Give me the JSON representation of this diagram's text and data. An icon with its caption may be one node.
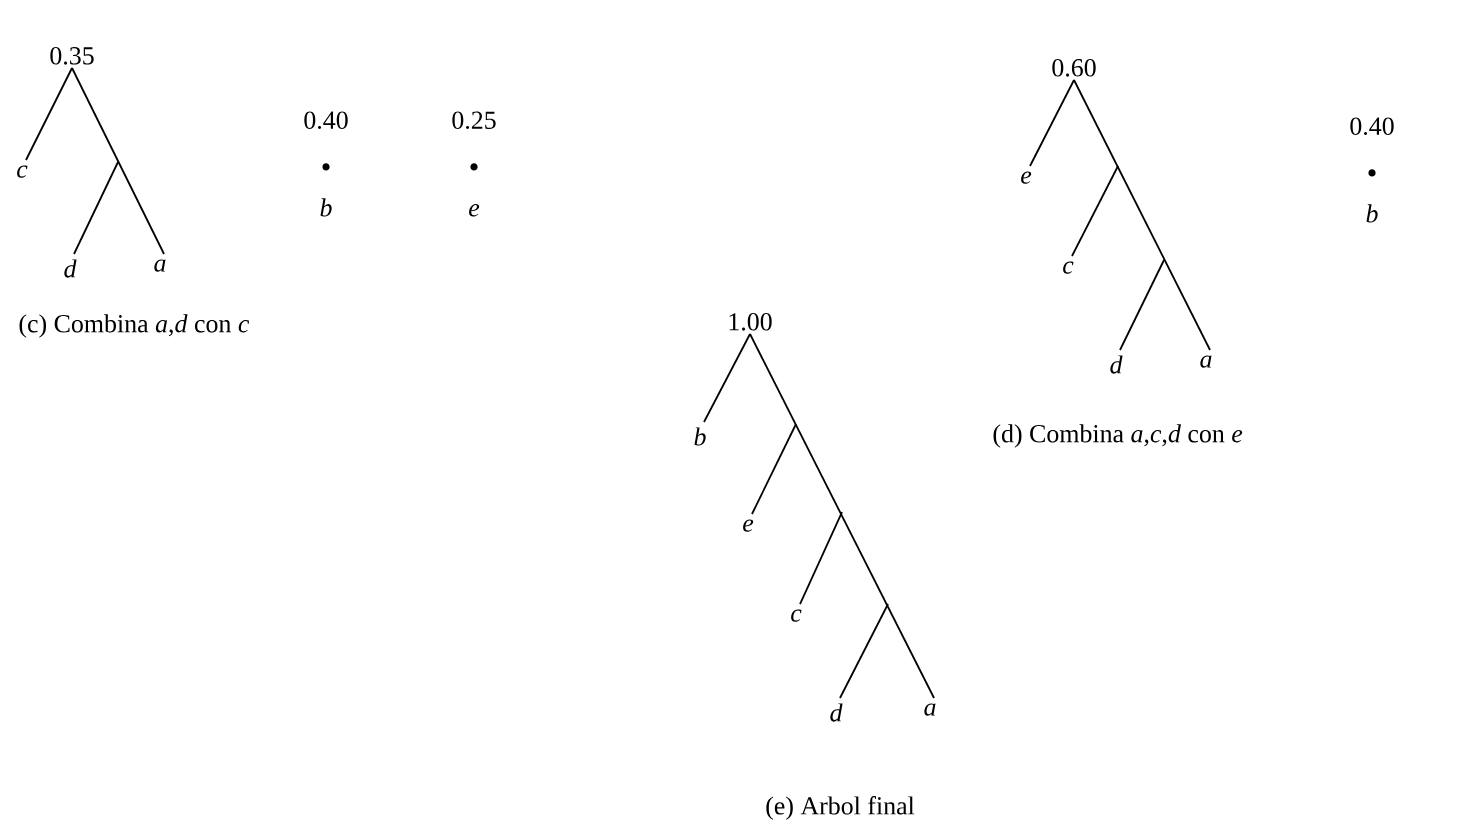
{
  "diagram": {
    "nodes": [
      {
        "text": [
          "0.35"
        ]
      },
      {
        "text": [
          "c"
        ]
      },
      {
        "text": [
          "d"
        ]
      },
      {
        "text": [
          "a"
        ]
      },
      {
        "text": [
          "0.40",
          "b"
        ]
      },
      {
        "text": [
          "0.25",
          "e"
        ]
      },
      {
        "text": [
          "0.60"
        ]
      },
      {
        "text": [
          "e"
        ]
      },
      {
        "text": [
          "c"
        ]
      },
      {
        "text": [
          "d"
        ]
      },
      {
        "text": [
          "a"
        ]
      },
      {
        "text": [
          "0.40",
          "b"
        ]
      },
      {
        "text": [
          "1.00"
        ]
      },
      {
        "text": [
          "b"
        ]
      },
      {
        "text": [
          "e"
        ]
      },
      {
        "text": [
          "c"
        ]
      },
      {
        "text": [
          "d"
        ]
      },
      {
        "text": [
          "a"
        ]
      }
    ],
    "edges": [
      {
        "from": 0,
        "to": 1,
        "arrow": "none"
      },
      {
        "from": 0,
        "to": 3,
        "arrow": "none"
      },
      {
        "from": null,
        "to": 2,
        "arrow": "none"
      },
      {
        "from": 6,
        "to": 7,
        "arrow": "none"
      },
      {
        "from": 6,
        "to": 10,
        "arrow": "none"
      },
      {
        "from": null,
        "to": 8,
        "arrow": "none"
      },
      {
        "from": null,
        "to": 9,
        "arrow": "none"
      },
      {
        "from": 12,
        "to": 13,
        "arrow": "none"
      },
      {
        "from": 12,
        "to": 17,
        "arrow": "none"
      },
      {
        "from": null,
        "to": 14,
        "arrow": "none"
      },
      {
        "from": null,
        "to": 15,
        "arrow": "none"
      },
      {
        "from": null,
        "to": 16,
        "arrow": "none"
      }
    ],
    "labels": [
      "(c) Combina *a*,*d* con *c*",
      "(d) Combina *a*,*c*,*d* con *e*",
      "(e) Arbol final"
    ]
  }
}
